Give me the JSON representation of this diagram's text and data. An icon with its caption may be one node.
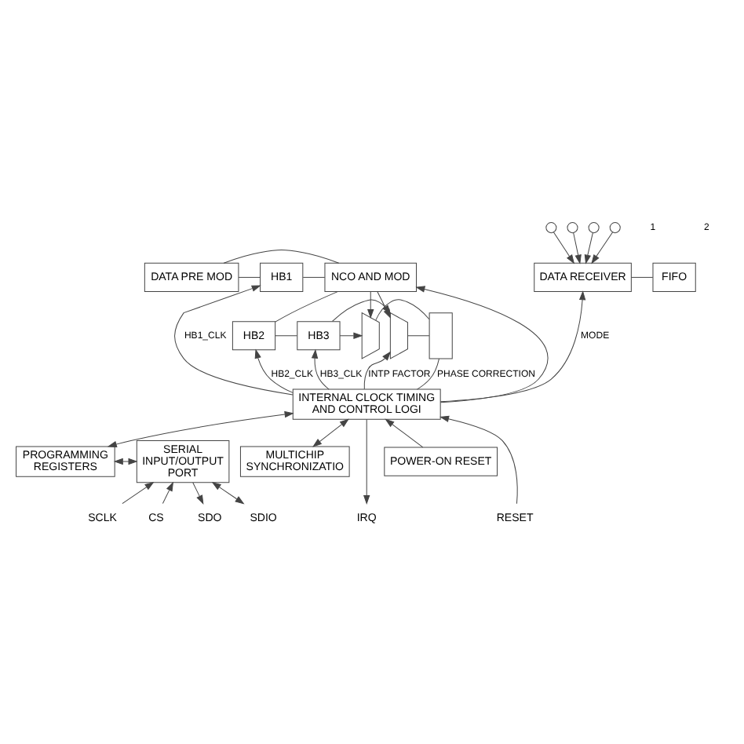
{
  "diagram": {
    "nodes": [
      {
        "text": [
          "DATA RECEIVER"
        ]
      },
      {
        "text": [
          "FIFO"
        ]
      },
      {
        "text": [
          "DATA PRE MOD"
        ]
      },
      {
        "text": [
          "HB1"
        ]
      },
      {
        "text": [
          "NCO AND MOD"
        ]
      },
      {
        "text": [
          "HB2"
        ]
      },
      {
        "text": [
          "HB3"
        ]
      },
      {
        "text": [
          "INTERNAL CLOCK TIMING AND CONTROL LOGI"
        ]
      },
      {
        "text": [
          "PROGRAMMING REGISTERS"
        ]
      },
      {
        "text": [
          "SERIAL INPUT/OUTPUT PORT"
        ]
      },
      {
        "text": [
          "POWER-ON RESET"
        ]
      },
      {
        "text": [
          "MULTICHIP SYNCHRONIZATIO"
        ]
      },
      {
        "text": [
          "SDO"
        ]
      },
      {
        "text": [
          "SDIO"
        ]
      },
      {
        "text": [
          "SCLK"
        ]
      },
      {
        "text": [
          "CS"
        ]
      },
      {
        "text": [
          "IRQ"
        ]
      },
      {
        "text": [
          "RESET"
        ]
      },
      {
        "text": [],
        "shape": "trapezoid"
      },
      {
        "text": [],
        "shape": "trapezoid"
      },
      {
        "text": [],
        "shape": "circle"
      },
      {
        "text": [],
        "shape": "circle"
      },
      {
        "text": [],
        "shape": "circle"
      },
      {
        "text": [],
        "shape": "circle"
      },
      {
        "text": [],
        "shape": "box"
      }
    ],
    "edges": [
      {
        "from": 20,
        "to": 0,
        "arrow": "to"
      },
      {
        "from": 21,
        "to": 0,
        "arrow": "to"
      },
      {
        "from": 22,
        "to": 0,
        "arrow": "to"
      },
      {
        "from": 23,
        "to": 0,
        "arrow": "to"
      },
      {
        "from": 0,
        "to": 1,
        "arrow": "none"
      },
      {
        "from": 2,
        "to": 3,
        "arrow": "none"
      },
      {
        "from": 2,
        "to": 4,
        "arrow": "none"
      },
      {
        "from": 3,
        "to": 4,
        "arrow": "none"
      },
      {
        "from": 4,
        "to": 5,
        "arrow": "none"
      },
      {
        "from": 4,
        "to": 18,
        "arrow": "to"
      },
      {
        "from": 4,
        "to": 19,
        "arrow": "to"
      },
      {
        "from": 5,
        "to": 6,
        "arrow": "none"
      },
      {
        "from": 6,
        "to": 18,
        "arrow": "to"
      },
      {
        "from": 6,
        "to": 19,
        "arrow": "to"
      },
      {
        "from": 18,
        "to": 24,
        "arrow": "none"
      },
      {
        "from": 19,
        "to": 24,
        "arrow": "none"
      },
      {
        "from": 7,
        "to": 0,
        "arrow": "to",
        "label": "MODE"
      },
      {
        "from": 7,
        "to": 3,
        "arrow": "to",
        "label": "HB1_CLK"
      },
      {
        "from": 7,
        "to": 4,
        "arrow": "to"
      },
      {
        "from": 7,
        "to": 5,
        "arrow": "to",
        "label": "HB2_CLK"
      },
      {
        "from": 7,
        "to": 6,
        "arrow": "to",
        "label": "HB3_CLK"
      },
      {
        "from": 7,
        "to": 19,
        "arrow": "to",
        "label": "INTP FACTOR"
      },
      {
        "from": 7,
        "to": 24,
        "arrow": "none",
        "label": "PHASE CORRECTION"
      },
      {
        "from": 7,
        "to": 8,
        "arrow": "both"
      },
      {
        "from": 8,
        "to": 9,
        "arrow": "both"
      },
      {
        "from": 10,
        "to": 7,
        "arrow": "to"
      },
      {
        "from": 7,
        "to": 11,
        "arrow": "both"
      },
      {
        "from": 9,
        "to": 12,
        "arrow": "to"
      },
      {
        "from": 9,
        "to": 13,
        "arrow": "both"
      },
      {
        "from": 14,
        "to": 9,
        "arrow": "to"
      },
      {
        "from": 15,
        "to": 9,
        "arrow": "to"
      },
      {
        "from": 7,
        "to": 16,
        "arrow": "to"
      },
      {
        "from": 17,
        "to": 7,
        "arrow": "to"
      }
    ],
    "labels": [
      "1",
      "2"
    ]
  }
}
